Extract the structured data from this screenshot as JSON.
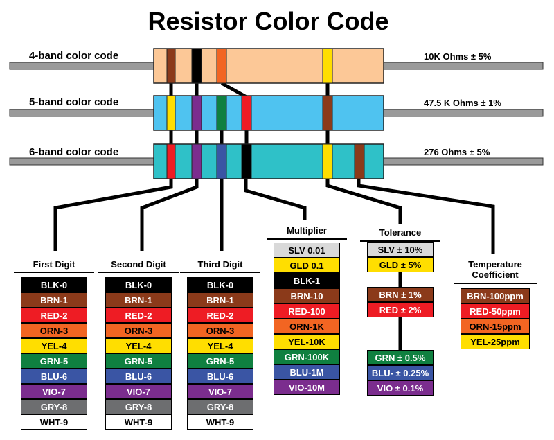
{
  "title": "Resistor Color Code",
  "rows": [
    {
      "label": "4-band color code",
      "value": "10K Ohms ± 5%",
      "body_color": "#fcc897",
      "bands": [
        "#8b3a1a",
        "#000000",
        "#f26522",
        "#ffde00"
      ]
    },
    {
      "label": "5-band color code",
      "value": "47.5 K Ohms ± 1%",
      "body_color": "#4fc3f0",
      "bands": [
        "#ffde00",
        "#7b2d8e",
        "#0f8040",
        "#ee1c24",
        "#8b3a1a"
      ]
    },
    {
      "label": "6-band color code",
      "value": "276 Ohms ± 5%",
      "body_color": "#2fc1c8",
      "bands": [
        "#ee1c24",
        "#7b2d8e",
        "#3a55a4",
        "#000000",
        "#ffde00",
        "#8b3a1a"
      ]
    }
  ],
  "digit_columns": [
    {
      "heading": "First Digit"
    },
    {
      "heading": "Second Digit"
    },
    {
      "heading": "Third Digit"
    }
  ],
  "digits": [
    {
      "label": "BLK-0",
      "bg": "#000000",
      "fg": "#ffffff"
    },
    {
      "label": "BRN-1",
      "bg": "#8b3a1a",
      "fg": "#ffffff"
    },
    {
      "label": "RED-2",
      "bg": "#ee1c24",
      "fg": "#ffffff"
    },
    {
      "label": "ORN-3",
      "bg": "#f26522",
      "fg": "#000000"
    },
    {
      "label": "YEL-4",
      "bg": "#ffde00",
      "fg": "#000000"
    },
    {
      "label": "GRN-5",
      "bg": "#0f8040",
      "fg": "#ffffff"
    },
    {
      "label": "BLU-6",
      "bg": "#3a55a4",
      "fg": "#ffffff"
    },
    {
      "label": "VIO-7",
      "bg": "#7b2d8e",
      "fg": "#ffffff"
    },
    {
      "label": "GRY-8",
      "bg": "#6d6e70",
      "fg": "#ffffff"
    },
    {
      "label": "WHT-9",
      "bg": "#ffffff",
      "fg": "#000000"
    }
  ],
  "multiplier": {
    "heading": "Multiplier",
    "items": [
      {
        "label": "SLV 0.01",
        "bg": "#d9d9d9",
        "fg": "#000000"
      },
      {
        "label": "GLD 0.1",
        "bg": "#ffde00",
        "fg": "#000000"
      },
      {
        "label": "BLK-1",
        "bg": "#000000",
        "fg": "#ffffff"
      },
      {
        "label": "BRN-10",
        "bg": "#8b3a1a",
        "fg": "#ffffff"
      },
      {
        "label": "RED-100",
        "bg": "#ee1c24",
        "fg": "#ffffff"
      },
      {
        "label": "ORN-1K",
        "bg": "#f26522",
        "fg": "#000000"
      },
      {
        "label": "YEL-10K",
        "bg": "#ffde00",
        "fg": "#000000"
      },
      {
        "label": "GRN-100K",
        "bg": "#0f8040",
        "fg": "#ffffff"
      },
      {
        "label": "BLU-1M",
        "bg": "#3a55a4",
        "fg": "#ffffff"
      },
      {
        "label": "VIO-10M",
        "bg": "#7b2d8e",
        "fg": "#ffffff"
      }
    ]
  },
  "tolerance": {
    "heading": "Tolerance",
    "items": [
      {
        "label": "SLV ± 10%",
        "bg": "#d9d9d9",
        "fg": "#000000"
      },
      {
        "label": "GLD ±  5%",
        "bg": "#ffde00",
        "fg": "#000000"
      },
      {
        "label": "BRN ± 1%",
        "bg": "#8b3a1a",
        "fg": "#ffffff"
      },
      {
        "label": "RED ± 2%",
        "bg": "#ee1c24",
        "fg": "#ffffff"
      },
      {
        "label": "GRN ± 0.5%",
        "bg": "#0f8040",
        "fg": "#ffffff"
      },
      {
        "label": "BLU- ± 0.25%",
        "bg": "#3a55a4",
        "fg": "#ffffff"
      },
      {
        "label": "VIO ± 0.1%",
        "bg": "#7b2d8e",
        "fg": "#ffffff"
      }
    ]
  },
  "temperature": {
    "heading_line1": "Temperature",
    "heading_line2": "Coefficient",
    "items": [
      {
        "label": "BRN-100ppm",
        "bg": "#8b3a1a",
        "fg": "#ffffff"
      },
      {
        "label": "RED-50ppm",
        "bg": "#ee1c24",
        "fg": "#ffffff"
      },
      {
        "label": "ORN-15ppm",
        "bg": "#f26522",
        "fg": "#000000"
      },
      {
        "label": "YEL-25ppm",
        "bg": "#ffde00",
        "fg": "#000000"
      }
    ]
  }
}
